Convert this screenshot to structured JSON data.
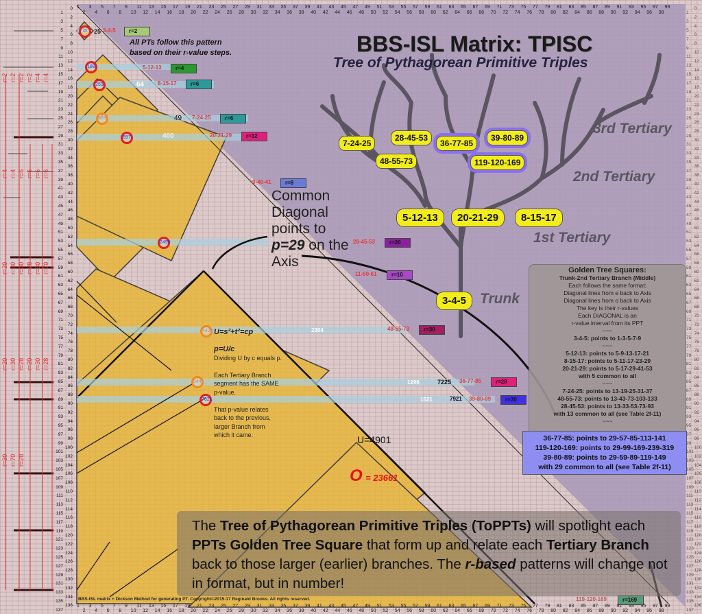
{
  "header": {
    "title": "BBS-ISL Matrix: TPISC",
    "subtitle": "Tree of Pythagorean Primitive Triples"
  },
  "axes": {
    "top_start": 1,
    "top_end": 99,
    "left_start": 0,
    "left_end": 137
  },
  "tree": {
    "trunk": "3-4-5",
    "first": [
      "5-12-13",
      "20-21-29",
      "8-15-17"
    ],
    "second": [
      "7-24-25",
      "48-55-73",
      "28-45-53",
      "36-77-85",
      "119-120-169",
      "39-80-89"
    ],
    "labels": {
      "third": "3rd Tertiary",
      "second": "2nd Tertiary",
      "first": "1st Tertiary",
      "trunk": "Trunk"
    }
  },
  "note": {
    "line1": "All PTs follow this pattern",
    "line2": "based on their r-value steps."
  },
  "ppts": [
    {
      "ppt": "3-4-5",
      "r": "r=2",
      "color": "#a9c97a"
    },
    {
      "ppt": "5-12-13",
      "r": "r=4",
      "color": "#2a9a30"
    },
    {
      "ppt": "8-15-17",
      "r": "r=6",
      "color": "#2a9a9a"
    },
    {
      "ppt": "7-24-25",
      "r": "r=6",
      "color": "#2a9a9a"
    },
    {
      "ppt": "20-21-29",
      "r": "r=12",
      "color": "#e02080"
    },
    {
      "ppt": "9-40-41",
      "r": "r=8",
      "color": "#6a7ad8"
    },
    {
      "ppt": "28-45-53",
      "r": "r=20",
      "color": "#8a20a0"
    },
    {
      "ppt": "11-60-61",
      "r": "r=10",
      "color": "#a848c8"
    },
    {
      "ppt": "48-55-73",
      "r": "r=30",
      "color": "#a02060"
    },
    {
      "ppt": "36-77-85",
      "r": "r=28",
      "color": "#e0207a"
    },
    {
      "ppt": "39-80-89",
      "r": "r=30",
      "color": "#4030e0"
    },
    {
      "ppt": "119-120-169",
      "r": "r=169",
      "color": "#5a9a7a"
    }
  ],
  "circles": [
    "O",
    "169",
    "253",
    "589",
    "697",
    "2499",
    "4429",
    "5441",
    "7021"
  ],
  "band_values": [
    "25",
    "64",
    "49",
    "400",
    "2304",
    "1296",
    "7225",
    "1521",
    "7921"
  ],
  "callout": {
    "l1": "Common",
    "l2": "Diagonal",
    "l3": "points to",
    "l4a": "p=29",
    "l4b": " on the",
    "l5": "Axis"
  },
  "formula": {
    "eq": "U=s²+t²=cp",
    "p": "p=U/c",
    "t1": "Dividing U by c equals p.",
    "t2": "Each Tertiary Branch segment has the SAME p-value.",
    "t3": "That p-value relates back to the previous, larger Branch from which it came."
  },
  "u_value": "U=4901",
  "o_value": {
    "sym": "O",
    "val": "= 23661"
  },
  "golden": {
    "title": "Golden Tree Squares:",
    "sub": "Trunk-2nd Tertiary Branch (Middle)",
    "lines": [
      "Each follows the same format:",
      "Diagonal lines from e back to Axis",
      "Diagonal lines from o back to Axis",
      "The key is their r-values",
      "Each DIAGONAL is an",
      "r-value interval from its PPT",
      "~~~",
      "3-4-5: points to 1-3-5-7-9",
      "~~~",
      "5-12-13: points to 5-9-13-17-21",
      "8-15-17: points to 5-11-17-23-29",
      "20-21-29: points to 5-17-29-41-53",
      "with 5 common to all",
      "~~~",
      "7-24-25: points to 13-19-25-31-37",
      "48-55-73: points to 13-43-73-103-133",
      "28-45-53: points to 13-33-53-73-93",
      "with 13 common to all (see Table 2f-11)",
      "~~~"
    ],
    "highlight": [
      "36-77-85: points to 29-57-85-113-141",
      "119-120-169: points to 29-99-169-239-319",
      "39-80-89: points to 29-59-89-119-149",
      "with 29 common to all (see Table 2f-11)"
    ]
  },
  "bottom": {
    "a": "The ",
    "b": "Tree of Pythagorean Primitive Triples (ToPPTs)",
    "c": " will spotlight each ",
    "d": "PPTs Golden Tree Square",
    "e": " that form up and relate each ",
    "f": "Tertiary Branch",
    "g": " back to those larger (earlier) branches. The ",
    "h": "r-based",
    "i": " patterns will change not in format, but in number!"
  },
  "footer": "BBS-ISL matrix + Dickson Method for generating PT. Copyright©2015-17 Reginald Brooks. All rights reserved.",
  "rlabels": [
    "r=2",
    "r=2",
    "r=2",
    "r=2",
    "r=4",
    "r=4",
    "r=4",
    "r=4",
    "r=6",
    "r=6",
    "r=6",
    "r=6",
    "r=20",
    "r=30",
    "r=30",
    "r=28",
    "r=30",
    "r=70",
    "r=20",
    "r=30",
    "r=28",
    "r=20",
    "r=30",
    "r=28",
    "r=30",
    "r=70",
    "r=28"
  ],
  "colors": {
    "purple": "#a898b8",
    "pink": "#dcc9ca",
    "gold": "#e8b428",
    "band": "#a8d0e0"
  }
}
